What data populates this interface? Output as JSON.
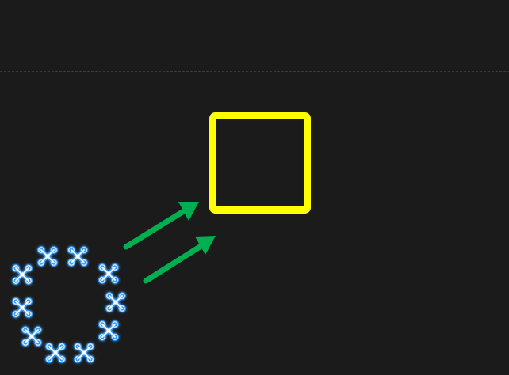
{
  "scene": {
    "background_color": "#1b1b1b",
    "divider_color": "#3a3a3a",
    "target": {
      "shape": "square",
      "color": "#ffff00"
    },
    "arrows": {
      "color": "#00b050",
      "count": 2
    },
    "drones": {
      "icon": "quadcopter-icon",
      "count": 10,
      "formation": "circle",
      "glow_color": "#3aa0ff",
      "body_color": "#ffffff"
    }
  }
}
